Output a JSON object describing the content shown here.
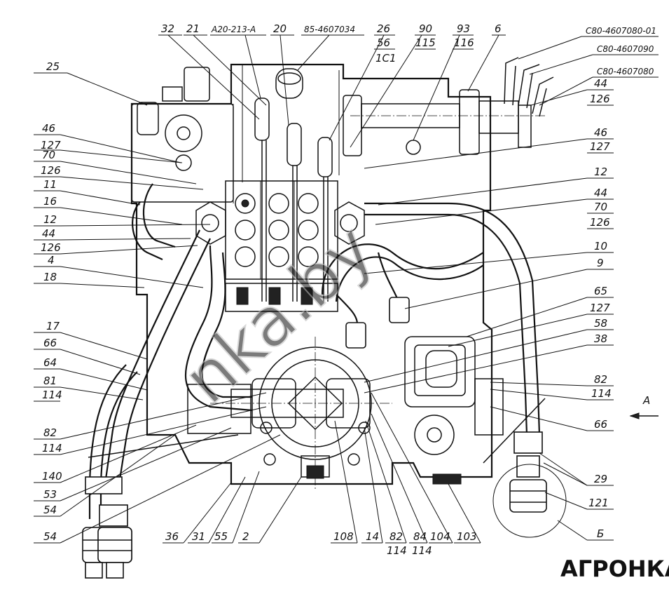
{
  "drawing": {
    "labels_top": [
      "32",
      "21",
      "А20-213-А",
      "20",
      "85-4607034",
      "26",
      "56",
      "1С1",
      "90",
      "115",
      "93",
      "116",
      "6"
    ],
    "labels_top_right": [
      "С80-4607080-01",
      "С80-4607090",
      "С80-4607080"
    ],
    "labels_left": [
      "25",
      "46",
      "127",
      "70",
      "126",
      "11",
      "16",
      "12",
      "44",
      "126",
      "4",
      "18",
      "17",
      "66",
      "64",
      "81",
      "114",
      "82",
      "114",
      "140",
      "53",
      "54",
      "54"
    ],
    "labels_right": [
      "44",
      "126",
      "46",
      "127",
      "12",
      "44",
      "70",
      "126",
      "10",
      "9",
      "65",
      "127",
      "58",
      "38",
      "82",
      "114",
      "66",
      "29",
      "121",
      "Б"
    ],
    "labels_bottom": [
      "36",
      "31",
      "55",
      "2",
      "108",
      "14",
      "82",
      "114",
      "84",
      "114",
      "104",
      "103"
    ],
    "view_arrow": "А",
    "watermark": "nka.by",
    "logo": "АГРОНКА"
  }
}
